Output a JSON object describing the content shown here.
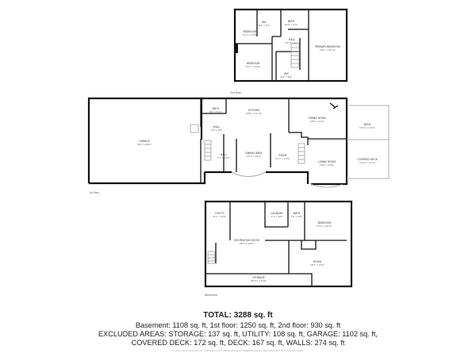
{
  "floors": {
    "second": {
      "label": "2nd floor",
      "rooms": [
        {
          "name": "BEDROOM",
          "dims": "12'1\" x 11'8\""
        },
        {
          "name": "WIC",
          "dims": "6'6\" x 6'1\""
        },
        {
          "name": "BATH",
          "dims": "10'0\" x 6'1\""
        },
        {
          "name": "PRIMARY BEDROOM",
          "dims": "13'6\" x 24'10\""
        },
        {
          "name": "HALL",
          "dims": "12'3\" x 4'3\""
        },
        {
          "name": "BEDROOM",
          "dims": "12'1\" x 11'8\""
        },
        {
          "name": "WIC",
          "dims": "6'6\" x 6'6\""
        }
      ]
    },
    "first": {
      "label": "1st floor",
      "rooms": [
        {
          "name": "GARAGE",
          "dims": "38'2\" x 28'9\""
        },
        {
          "name": "BATH",
          "dims": "6'8\" x 5'11\""
        },
        {
          "name": "HALL",
          "dims": "7'8\" x 3'8\""
        },
        {
          "name": "HALL",
          "dims": "7'7\" x 13'0\""
        },
        {
          "name": "KITCHEN",
          "dims": "20'8\" x 11'10\""
        },
        {
          "name": "DINING AREA",
          "dims": "12'7\" x 14'4\""
        },
        {
          "name": "FOYER",
          "dims": "12'7\" x 17'6\""
        },
        {
          "name": "FAMILY ROOM",
          "dims": "18'6\" x 11'0\""
        },
        {
          "name": "LIVING ROOM",
          "dims": "12'6\" x 13'8\""
        },
        {
          "name": "DECK",
          "dims": "13'11\" x 12'0\""
        },
        {
          "name": "COVERED DECK",
          "dims": "13'11\" x 12'4\""
        }
      ]
    },
    "basement": {
      "label": "Basement",
      "rooms": [
        {
          "name": "UTILITY",
          "dims": "8'1\" x 13'5\""
        },
        {
          "name": "LAUNDRY",
          "dims": "7'1\" x 6'8\""
        },
        {
          "name": "BATH",
          "dims": "5'2\" x 6'8\""
        },
        {
          "name": "BEDROOM",
          "dims": "12'4\" x 12'11\""
        },
        {
          "name": "RECREATION ROOM",
          "dims": "28'2\" x 24'9\""
        },
        {
          "name": "ROOM",
          "dims": "18'1\" x 14'0\""
        },
        {
          "name": "STORAGE",
          "dims": "36'11\" x 3'10\""
        }
      ]
    }
  },
  "summary": {
    "total": "TOTAL: 3288 sq. ft",
    "line1": "Basement: 1108 sq. ft, 1st floor: 1250 sq. ft, 2nd floor: 930 sq. ft",
    "line2": "EXCLUDED AREAS: STORAGE: 137 sq. ft, UTILITY: 108 sq. ft, GARAGE: 1102 sq. ft,",
    "line3": "COVERED DECK: 172 sq. ft, DECK: 167 sq. ft, WALLS: 274 sq. ft",
    "credit": "FLOOR PLAN CREATED BY CUBICASA APP. MEASUREMENTS DEEMED HIGHLY RELIABLE BUT NOT GUARANTEED."
  }
}
